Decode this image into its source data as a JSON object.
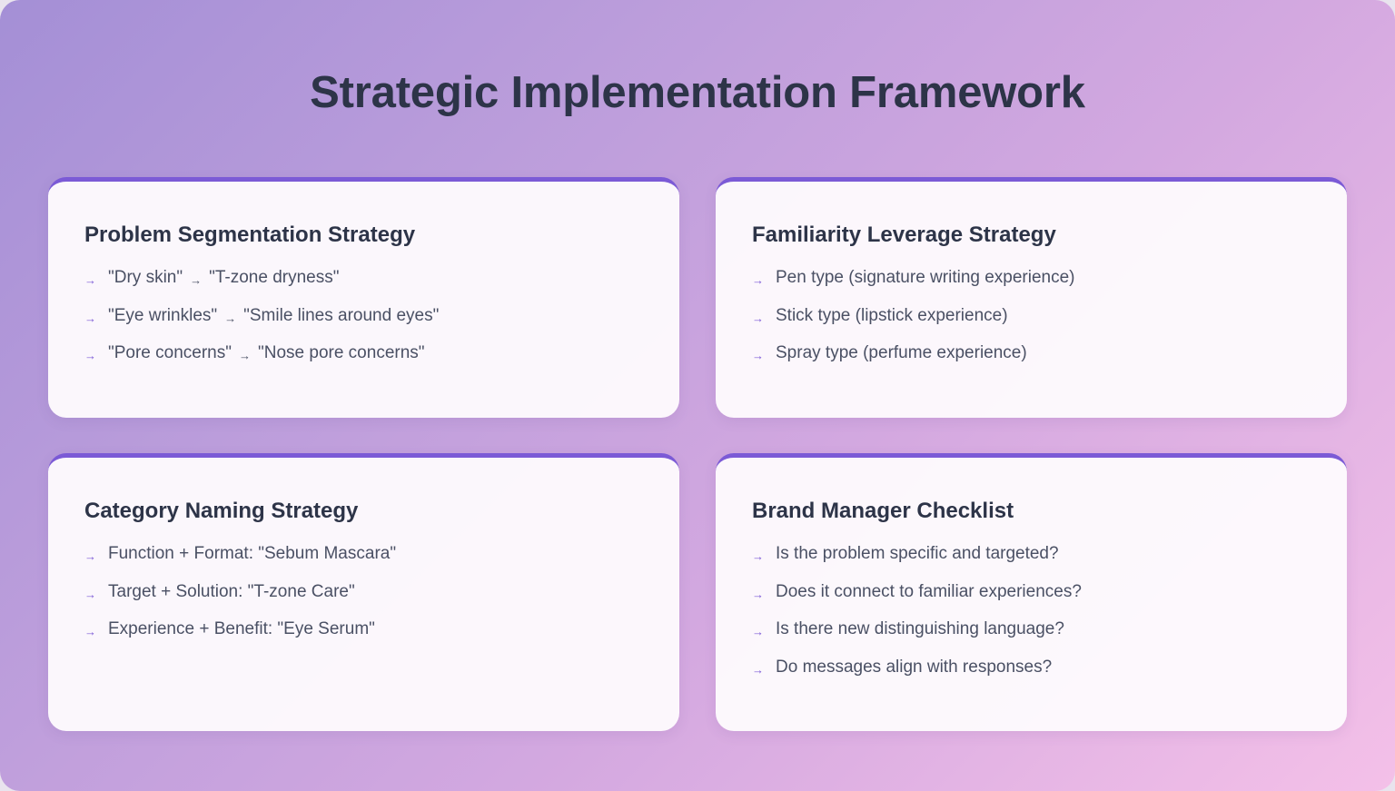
{
  "title": "Strategic Implementation Framework",
  "colors": {
    "accent": "#7b5ad6",
    "title_text": "#2d3448",
    "body_text": "#4a5064",
    "card_bg": "#fdfafd",
    "bg_gradient_start": "#a48fd6",
    "bg_gradient_end": "#f4c0e8"
  },
  "icons": {
    "bullet": "→",
    "inline": "→"
  },
  "cards": [
    {
      "title": "Problem Segmentation Strategy",
      "items": [
        {
          "from": "\"Dry skin\"",
          "to": "\"T-zone dryness\""
        },
        {
          "from": "\"Eye wrinkles\"",
          "to": "\"Smile lines around eyes\""
        },
        {
          "from": "\"Pore concerns\"",
          "to": "\"Nose pore concerns\""
        }
      ]
    },
    {
      "title": "Familiarity Leverage Strategy",
      "items": [
        {
          "text": "Pen type (signature writing experience)"
        },
        {
          "text": "Stick type (lipstick experience)"
        },
        {
          "text": "Spray type (perfume experience)"
        }
      ]
    },
    {
      "title": "Category Naming Strategy",
      "items": [
        {
          "text": "Function + Format: \"Sebum Mascara\""
        },
        {
          "text": "Target + Solution: \"T-zone Care\""
        },
        {
          "text": "Experience + Benefit: \"Eye Serum\""
        }
      ]
    },
    {
      "title": "Brand Manager Checklist",
      "items": [
        {
          "text": "Is the problem specific and targeted?"
        },
        {
          "text": "Does it connect to familiar experiences?"
        },
        {
          "text": "Is there new distinguishing language?"
        },
        {
          "text": "Do messages align with responses?"
        }
      ]
    }
  ]
}
